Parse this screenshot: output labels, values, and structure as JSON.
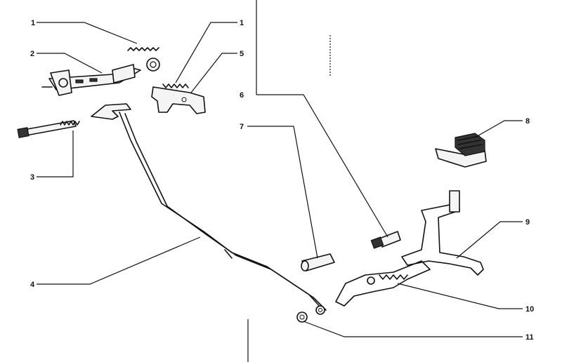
{
  "callouts": {
    "c1a": "1",
    "c1b": "1",
    "c2": "2",
    "c3": "3",
    "c4": "4",
    "c5": "5",
    "c6": "6",
    "c7": "7",
    "c8": "8",
    "c9": "9",
    "c10": "10",
    "c11": "11"
  }
}
